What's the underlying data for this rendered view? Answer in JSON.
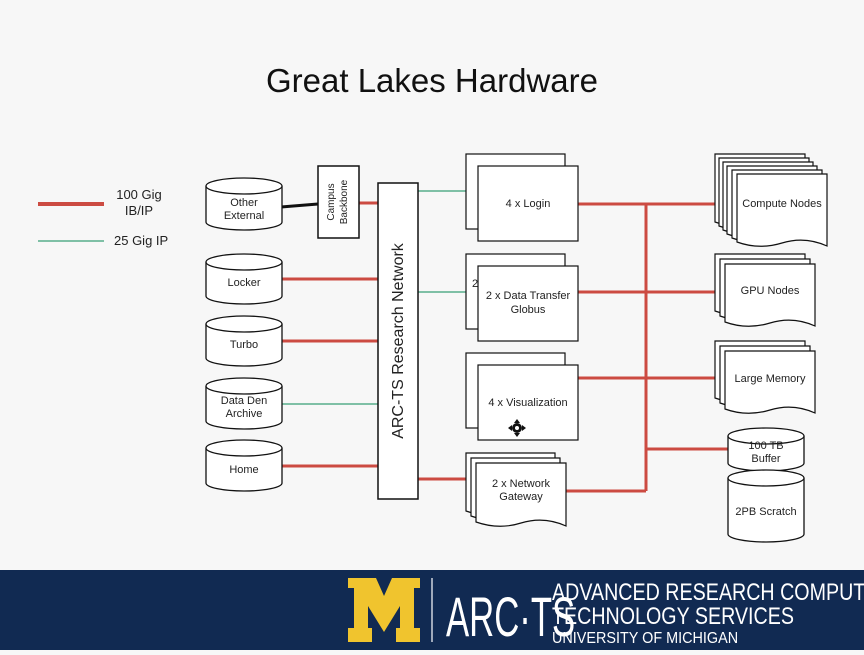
{
  "slide": {
    "title": "Great Lakes Hardware"
  },
  "legend": {
    "ib_label_line1": "100 Gig",
    "ib_label_line2": "IB/IP",
    "ip_label": "25 Gig IP"
  },
  "storage": {
    "other_external_line1": "Other",
    "other_external_line2": "External",
    "locker": "Locker",
    "turbo": "Turbo",
    "data_den_line1": "Data Den",
    "data_den_line2": "Archive",
    "home": "Home"
  },
  "backbone": {
    "line1": "Campus",
    "line2": "Backbone"
  },
  "network": {
    "label": "ARC-TS Research Network"
  },
  "services": {
    "login": "4 x Login",
    "dtn_line1": "2 x Data Transfer",
    "dtn_line2": "Globus",
    "dtn_partial": "2",
    "viz": "4 x Visualization",
    "gw_line1": "2 x Network",
    "gw_line2": "Gateway"
  },
  "nodes": {
    "compute": "Compute Nodes",
    "gpu": "GPU Nodes",
    "large_memory": "Large Memory",
    "buffer_line1": "100 TB",
    "buffer_line2": "Buffer",
    "scratch": "2PB Scratch"
  },
  "colors": {
    "ib": "#cc4b42",
    "ip": "#7fc0a6",
    "footer_bg": "#112a52",
    "maize": "#f0c42e"
  },
  "footer": {
    "block_m": "M",
    "arcts": "ARC·TS",
    "line1": "ADVANCED RESEARCH COMPUTING",
    "line2": "TECHNOLOGY SERVICES",
    "line3": "UNIVERSITY OF MICHIGAN"
  }
}
